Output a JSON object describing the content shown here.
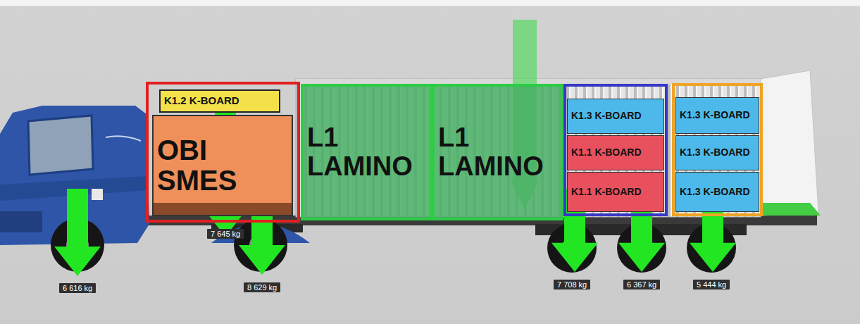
{
  "diagram": {
    "nodes": [
      {
        "text": []
      },
      {
        "text": [
          "K1.2 K-BOARD"
        ],
        "in": 0
      },
      {
        "text": [
          "OBI SMES"
        ],
        "in": 0
      },
      {
        "text": [
          "L1 LAMINO"
        ]
      },
      {
        "text": [
          "L1 LAMINO"
        ]
      },
      {
        "text": []
      },
      {
        "text": [
          "K1.3 K-BOARD"
        ],
        "in": 5
      },
      {
        "text": [
          "K1.1 K-BOARD"
        ],
        "in": 5
      },
      {
        "text": [
          "K1.1 K-BOARD"
        ],
        "in": 5
      },
      {
        "text": []
      },
      {
        "text": [
          "K1.3 K-BOARD"
        ],
        "in": 9
      },
      {
        "text": [
          "K1.3 K-BOARD"
        ],
        "in": 9
      },
      {
        "text": [
          "K1.3 K-BOARD"
        ],
        "in": 9
      }
    ],
    "labels": [
      "7 645 kg",
      "6 616 kg",
      "8 629 kg",
      "7 708 kg",
      "6 367 kg",
      "5 444 kg"
    ]
  }
}
